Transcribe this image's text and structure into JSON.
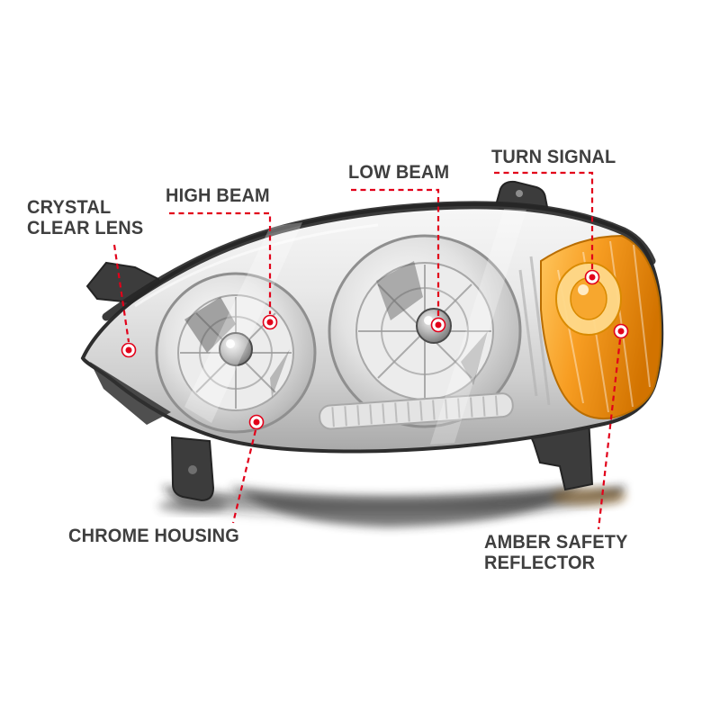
{
  "title": "Headlight features callout diagram",
  "colors": {
    "background": "#ffffff",
    "callout_red": "#e2001a",
    "label_text": "#3f3f3f",
    "amber": "#f79d22",
    "chrome": "#d9d9d9",
    "housing": "#2d2d2d"
  },
  "callouts": [
    {
      "id": "crystal-clear-lens",
      "lines": [
        "CRYSTAL",
        "CLEAR LENS"
      ]
    },
    {
      "id": "high-beam",
      "lines": [
        "HIGH BEAM"
      ]
    },
    {
      "id": "low-beam",
      "lines": [
        "LOW BEAM"
      ]
    },
    {
      "id": "turn-signal",
      "lines": [
        "TURN SIGNAL"
      ]
    },
    {
      "id": "chrome-housing",
      "lines": [
        "CHROME HOUSING"
      ]
    },
    {
      "id": "amber-safety-reflector",
      "lines": [
        "AMBER SAFETY",
        "REFLECTOR"
      ]
    }
  ]
}
